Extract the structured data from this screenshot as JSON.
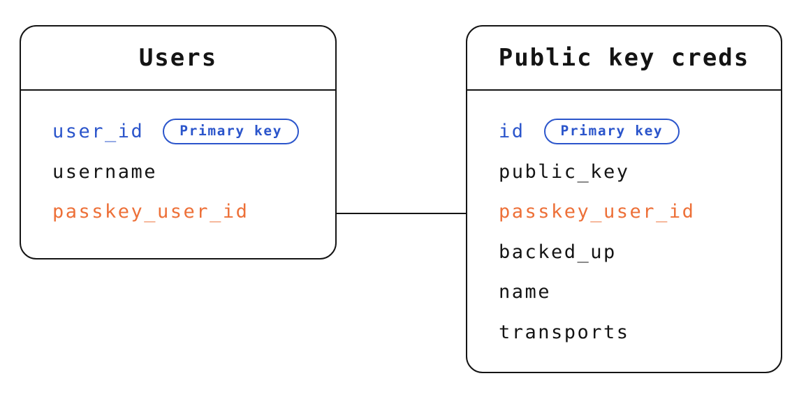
{
  "colors": {
    "ink": "#141414",
    "primary_key_blue": "#2b55cb",
    "foreign_key_orange": "#ed7038",
    "background": "#ffffff"
  },
  "diagram": {
    "tables": [
      {
        "title": "Users",
        "fields": [
          {
            "name": "user_id",
            "color": "blue",
            "badge": "Primary key"
          },
          {
            "name": "username",
            "color": "black"
          },
          {
            "name": "passkey_user_id",
            "color": "orange"
          }
        ]
      },
      {
        "title": "Public key creds",
        "fields": [
          {
            "name": "id",
            "color": "blue",
            "badge": "Primary key"
          },
          {
            "name": "public_key",
            "color": "black"
          },
          {
            "name": "passkey_user_id",
            "color": "orange"
          },
          {
            "name": "backed_up",
            "color": "black"
          },
          {
            "name": "name",
            "color": "black"
          },
          {
            "name": "transports",
            "color": "black"
          }
        ]
      }
    ],
    "relationship": {
      "from_table": "Users",
      "from_field": "passkey_user_id",
      "to_table": "Public key creds",
      "to_field": "passkey_user_id"
    }
  }
}
